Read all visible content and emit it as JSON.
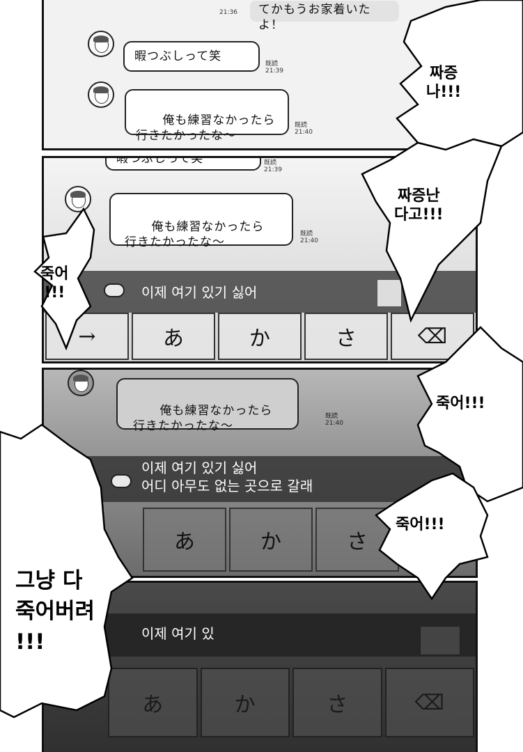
{
  "panel1": {
    "top_message": "てかもうお家着いたよ！",
    "top_time": "21:36",
    "messages": [
      {
        "text": "暇つぶしって笑",
        "read": "既読",
        "time": "21:39"
      },
      {
        "text": "俺も練習なかったら\n行きたかったな〜",
        "read": "既読",
        "time": "21:40"
      }
    ]
  },
  "panel2": {
    "partial_message": "暇つぶしって笑",
    "partial_read": "既読",
    "partial_time": "21:39",
    "message": "俺も練習なかったら\n行きたかったな〜",
    "read": "既読",
    "time": "21:40",
    "input_text": "이제 여기 있기 싫어",
    "keys": [
      "→",
      "あ",
      "か",
      "さ",
      "⌫"
    ]
  },
  "panel3": {
    "message": "俺も練習なかったら\n行きたかったな〜",
    "read": "既読",
    "time": "21:40",
    "input_text": "이제 여기 있기 싫어\n어디 아무도 없는 곳으로 갈래",
    "keys": [
      "あ",
      "か",
      "さ"
    ]
  },
  "panel4": {
    "input_text": "이제 여기 있",
    "keys": [
      "あ",
      "か",
      "さ",
      "⌫"
    ]
  },
  "shouts": {
    "annoyed_1": "짜증\n나!!!",
    "annoyed_2": "짜증난\n다고!!!",
    "die_1": "죽어\n!!!",
    "die_2": "죽어!!!",
    "die_3": "죽어!!!",
    "die_all": "그냥 다\n죽어버려\n!!!"
  },
  "colors": {
    "ink": "#111111",
    "screen_light": "#f2f2f2",
    "screen_dark": "#2f2f2f"
  }
}
